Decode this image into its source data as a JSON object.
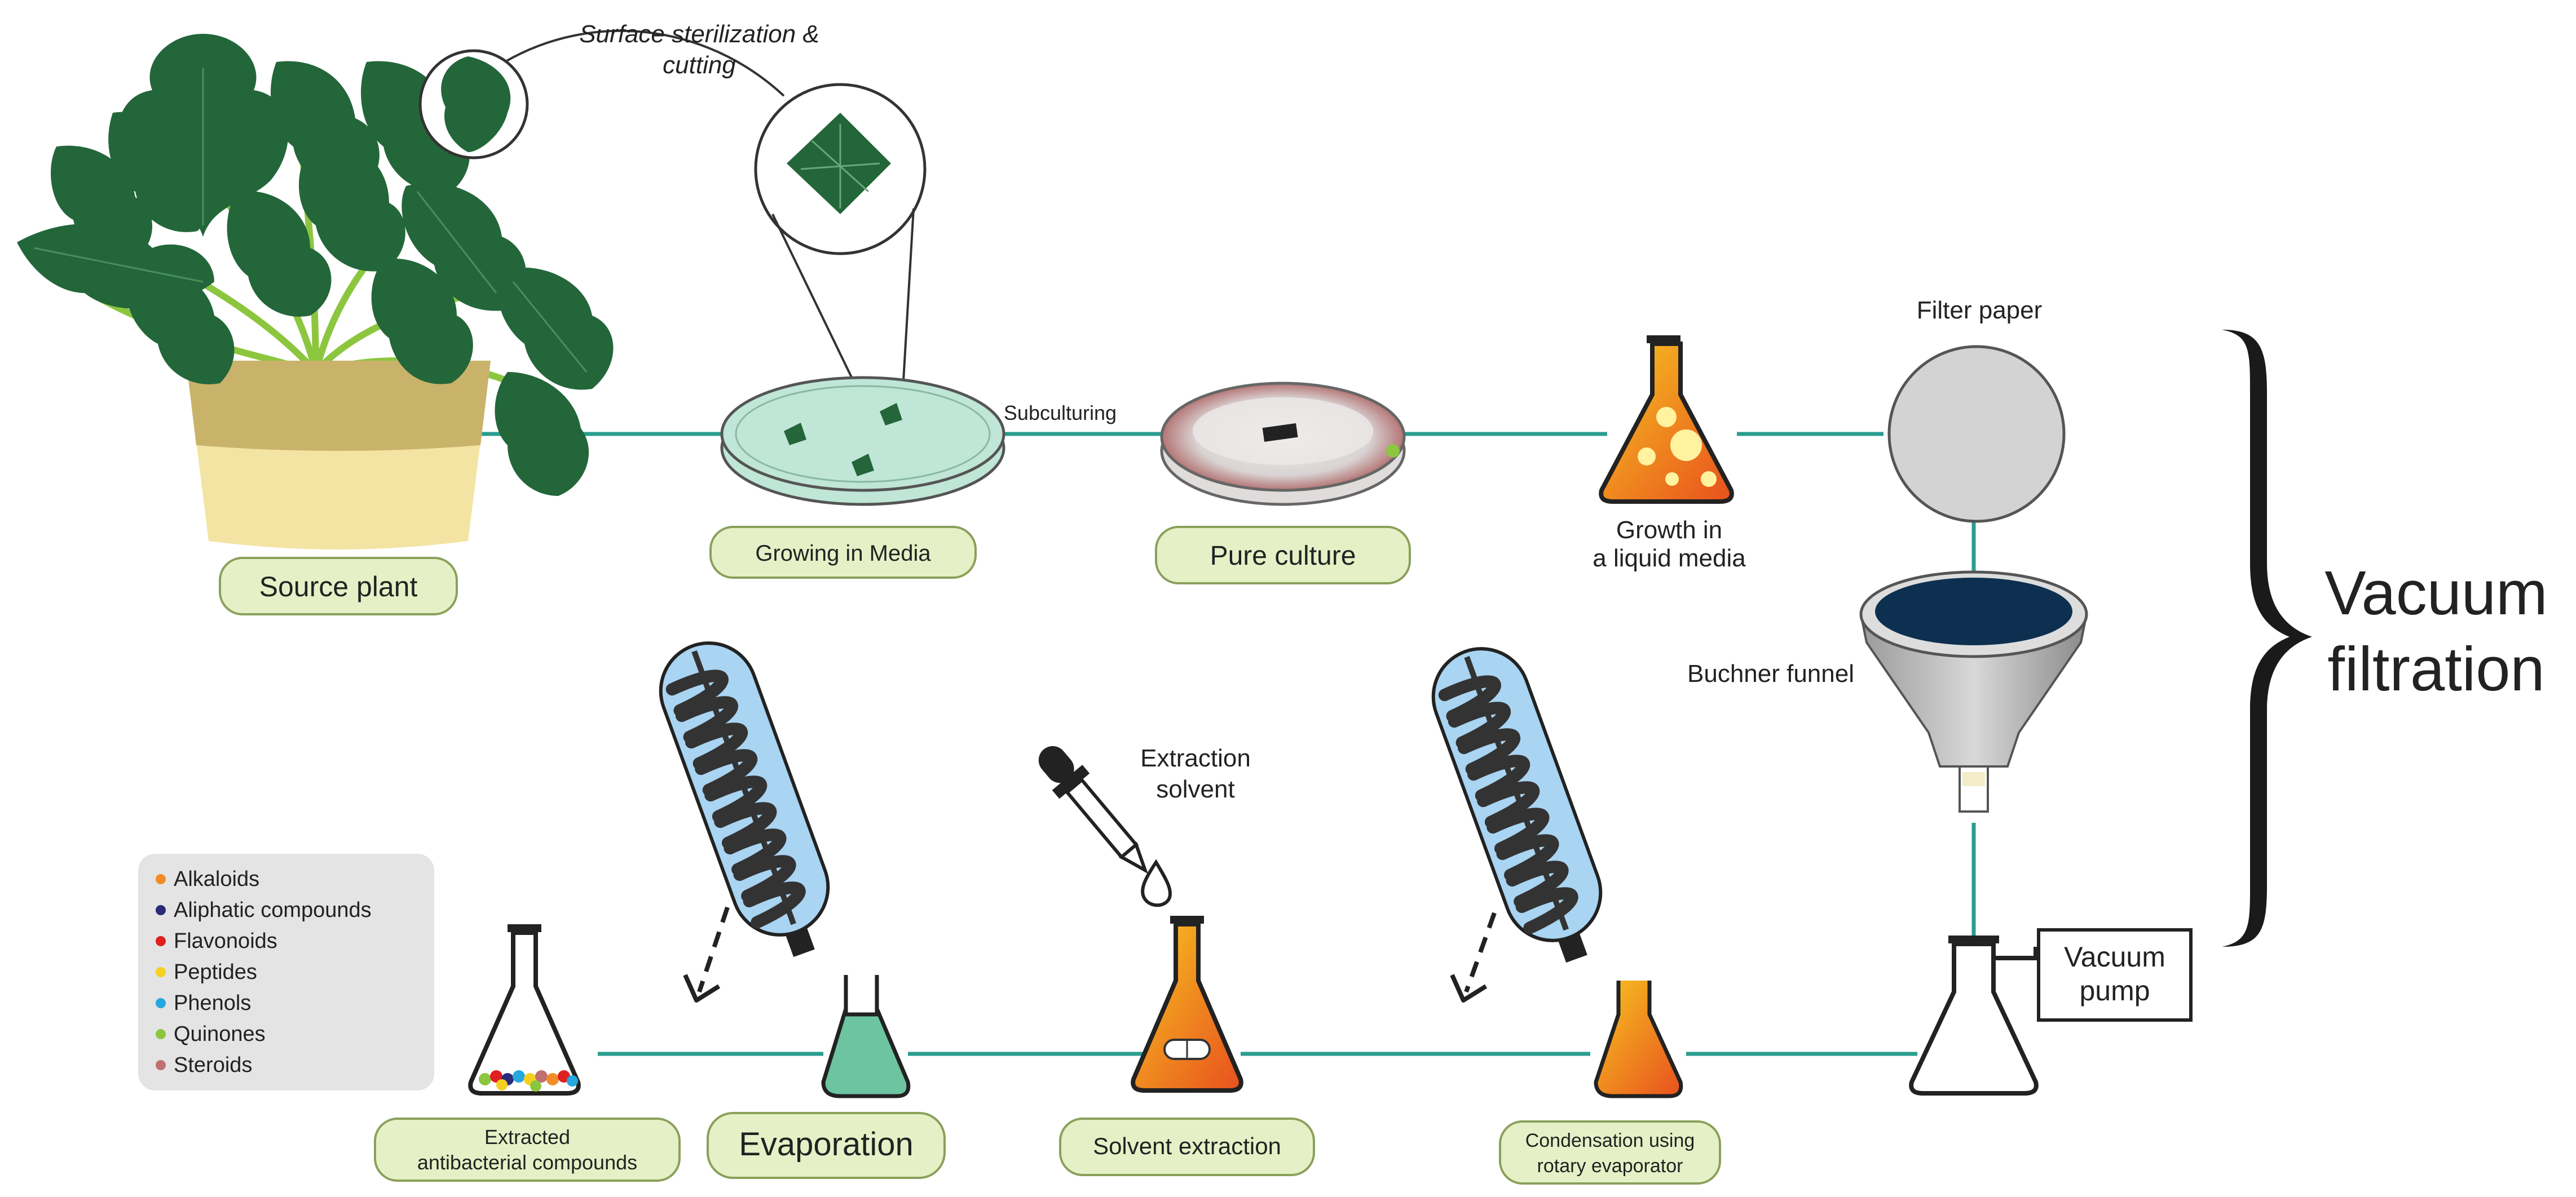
{
  "labels": {
    "surface_sterilization": "Surface sterilization &",
    "surface_sterilization_2": "cutting",
    "subculturing": "Subculturing",
    "filter_paper": "Filter paper",
    "buchner_funnel": "Buchner funnel",
    "vacuum_filtration_1": "Vacuum",
    "vacuum_filtration_2": "filtration",
    "growth_liquid_1": "Growth in",
    "growth_liquid_2": "a liquid media",
    "extraction_solvent_1": "Extraction",
    "extraction_solvent_2": "solvent",
    "vacuum_pump_1": "Vacuum",
    "vacuum_pump_2": "pump"
  },
  "steps": {
    "source_plant": "Source plant",
    "growing_in_media": "Growing in Media",
    "pure_culture": "Pure culture",
    "evaporation": "Evaporation",
    "solvent_extraction": "Solvent extraction",
    "extracted_1": "Extracted",
    "extracted_2": "antibacterial compounds",
    "condensation_1": "Condensation using",
    "condensation_2": "rotary evaporator"
  },
  "legend": [
    {
      "name": "Alkaloids",
      "color": "#f28c28"
    },
    {
      "name": "Aliphatic compounds",
      "color": "#2a2a7a"
    },
    {
      "name": "Flavonoids",
      "color": "#e02020"
    },
    {
      "name": "Peptides",
      "color": "#f5d020"
    },
    {
      "name": "Phenols",
      "color": "#25a8e0"
    },
    {
      "name": "Quinones",
      "color": "#8cc63f"
    },
    {
      "name": "Steroids",
      "color": "#c07070"
    }
  ],
  "colors": {
    "connector": "#2a9d8f",
    "leaf": "#23663a",
    "pot_top": "#c9b26a",
    "pot_bottom": "#f3e4a3",
    "petri_media": "#bfe6d6",
    "condenser_glass": "#a9d4f2",
    "coil": "#333333",
    "funnel_liquid": "#0d3050",
    "orange_liquid": "#f39c12",
    "green_liquid": "#6cc4a0",
    "pill_fill": "#e6f0c6"
  }
}
